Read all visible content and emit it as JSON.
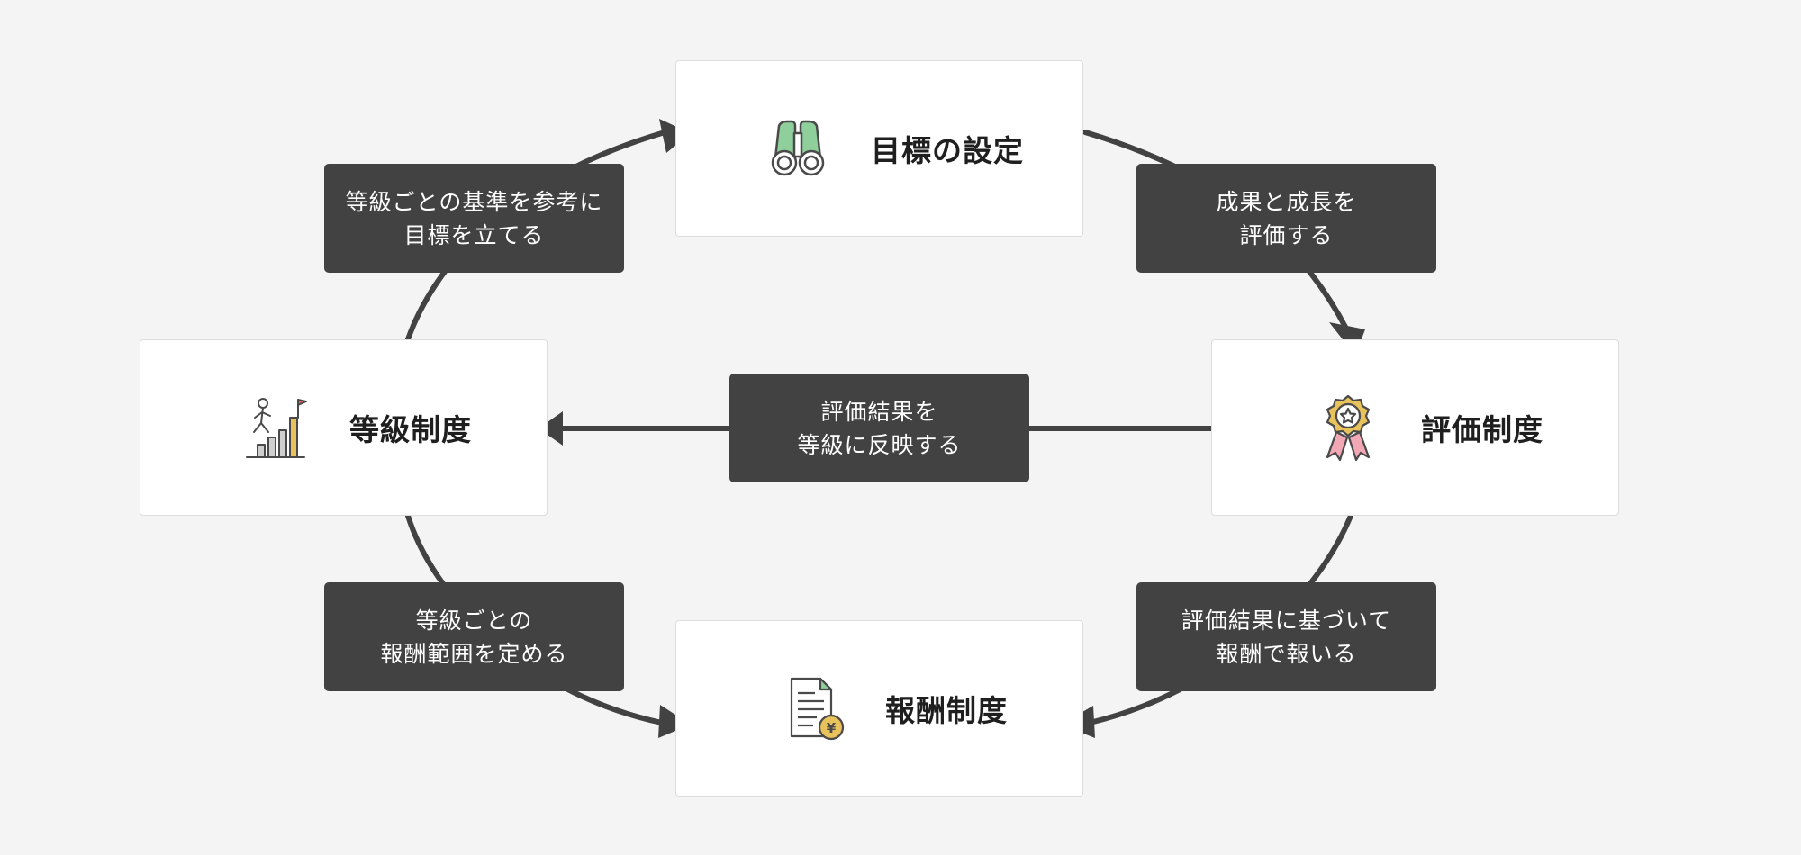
{
  "colors": {
    "background": "#f4f4f4",
    "node_fill": "#ffffff",
    "label_fill": "#424242",
    "arrow": "#424242",
    "accent_green": "#8fcf9c",
    "accent_gold": "#e8c25a",
    "accent_pink": "#f2a7b5"
  },
  "nodes": {
    "goal": {
      "title": "目標の設定",
      "icon": "binoculars-icon"
    },
    "evaluation": {
      "title": "評価制度",
      "icon": "award-ribbon-icon"
    },
    "compensation": {
      "title": "報酬制度",
      "icon": "yen-document-icon"
    },
    "grade": {
      "title": "等級制度",
      "icon": "stair-climbing-person-icon"
    }
  },
  "edge_labels": {
    "grade_to_goal": {
      "line1": "等級ごとの基準を参考に",
      "line2": "目標を立てる"
    },
    "goal_to_evaluation": {
      "line1": "成果と成長を",
      "line2": "評価する"
    },
    "evaluation_to_grade": {
      "line1": "評価結果を",
      "line2": "等級に反映する"
    },
    "grade_to_compensation": {
      "line1": "等級ごとの",
      "line2": "報酬範囲を定める"
    },
    "evaluation_to_compensation": {
      "line1": "評価結果に基づいて",
      "line2": "報酬で報いる"
    }
  }
}
